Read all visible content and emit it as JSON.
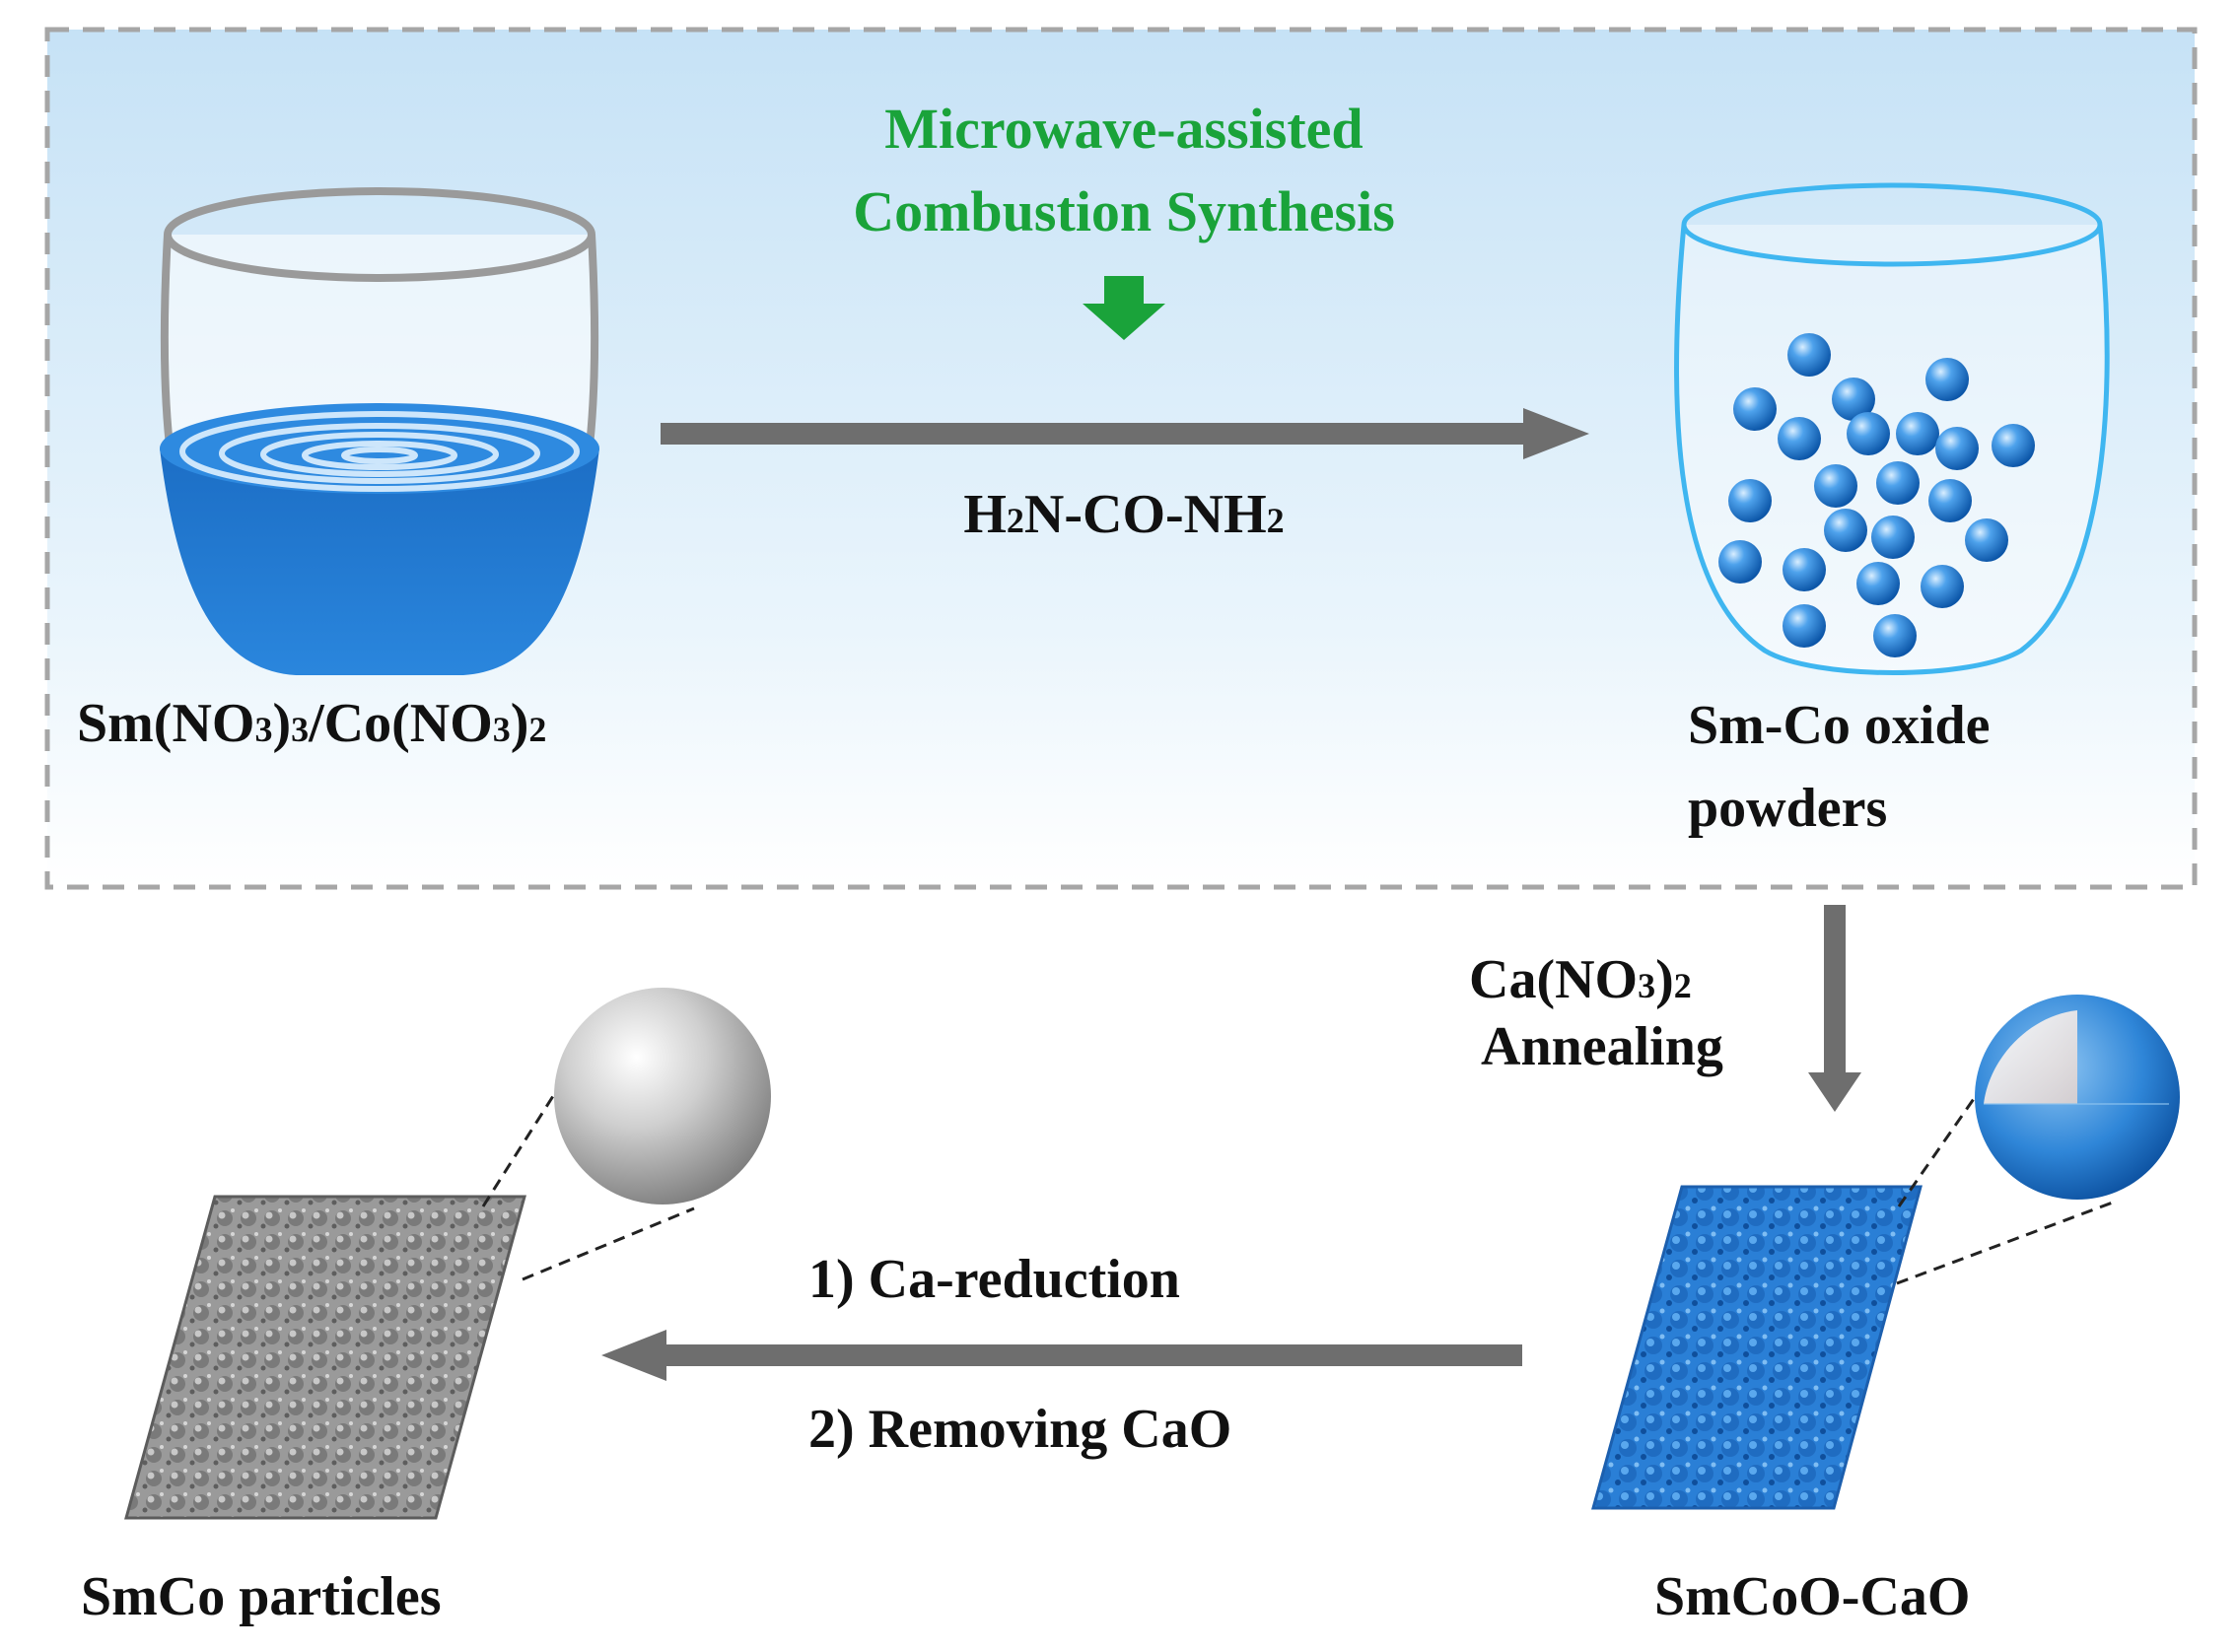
{
  "top_panel": {
    "process_title_line1": "Microwave-assisted",
    "process_title_line2": "Combustion Synthesis",
    "reagent": {
      "p1": "H",
      "s1": "2",
      "p2": "N-CO-NH",
      "s2": "2"
    },
    "start_label": {
      "p1": "Sm(NO",
      "s1": "3",
      "p2": ")",
      "s2": "3",
      "p3": "/Co(NO",
      "s3": "3",
      "p4": ")",
      "s4": "2"
    },
    "product_label_line1": "Sm-Co oxide",
    "product_label_line2": "powders"
  },
  "annealing_step": {
    "reagent": {
      "p1": "Ca(NO",
      "s1": "3",
      "p2": ")",
      "s2": "2"
    },
    "process": "Annealing"
  },
  "reduction_step": {
    "step1": "1) Ca-reduction",
    "step2": "2) Removing CaO"
  },
  "intermediate_label": "SmCoO-CaO",
  "final_label": "SmCo particles",
  "colors": {
    "panel_gradient_top": "#c9e4f7",
    "panel_gradient_bottom": "#ffffff",
    "panel_border": "#a8a8a8",
    "liquid_blue": "#1f74c9",
    "title_green": "#1aa33a",
    "arrow_gray": "#6e6e6e",
    "particle_blue": "#2f86d8",
    "final_gray": "#8d8d8d"
  }
}
